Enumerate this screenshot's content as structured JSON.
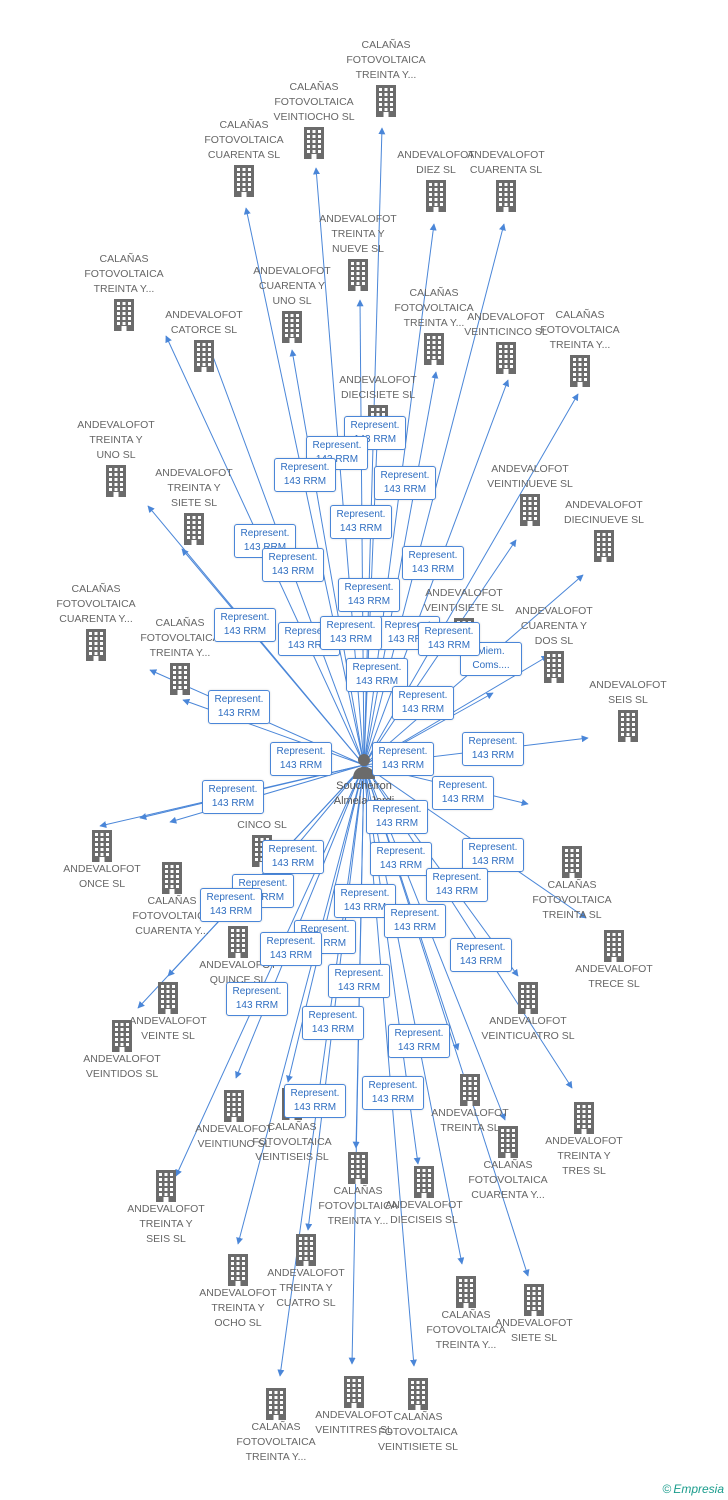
{
  "center": {
    "name": "Soucheiron\nAlmela Jordi",
    "icon": "person-icon"
  },
  "edge_label_default": "Represent.\n143 RRM",
  "edge_label_special": "Miem.\nComs....",
  "watermark": {
    "symbol": "©",
    "brand": "Empresia"
  },
  "colors": {
    "edge": "#4a86d8",
    "node_icon": "#6b6b6b",
    "label_text": "#2f6ec1",
    "accent": "#e8453c"
  },
  "nodes": [
    {
      "name": "CALAÑAS\nFOTOVOLTAICA\nTREINTA Y...",
      "icon": "building-icon"
    },
    {
      "name": "CALAÑAS\nFOTOVOLTAICA\nVEINTIOCHO SL",
      "icon": "building-icon"
    },
    {
      "name": "CALAÑAS\nFOTOVOLTAICA\nCUARENTA SL",
      "icon": "building-icon"
    },
    {
      "name": "ANDEVALOFOT\nDIEZ SL",
      "icon": "building-icon"
    },
    {
      "name": "ANDEVALOFOT\nCUARENTA SL",
      "icon": "building-icon"
    },
    {
      "name": "ANDEVALOFOT\nTREINTA Y\nNUEVE SL",
      "icon": "building-icon"
    },
    {
      "name": "CALAÑAS\nFOTOVOLTAICA\nTREINTA Y...",
      "icon": "building-icon"
    },
    {
      "name": "ANDEVALOFOT\nCUARENTA Y\nUNO SL",
      "icon": "building-icon"
    },
    {
      "name": "ANDEVALOFOT\nCATORCE SL",
      "icon": "building-icon"
    },
    {
      "name": "CALAÑAS\nFOTOVOLTAICA\nTREINTA Y...",
      "icon": "building-icon"
    },
    {
      "name": "ANDEVALOFOT\nVEINTICINCO SL",
      "icon": "building-icon"
    },
    {
      "name": "CALAÑAS\nFOTOVOLTAICA\nTREINTA Y...",
      "icon": "building-icon"
    },
    {
      "name": "ANDEVALOFOT\nDIECISIETE SL",
      "icon": "building-icon"
    },
    {
      "name": "ANDEVALOFOT\nTREINTA Y\nUNO SL",
      "icon": "building-icon"
    },
    {
      "name": "ANDEVALOFOT\nTREINTA Y\nSIETE SL",
      "icon": "building-icon"
    },
    {
      "name": "ANDEVALOFOT\nVEINTINUEVE SL",
      "icon": "building-icon"
    },
    {
      "name": "ANDEVALOFOT\nDIECINUEVE SL",
      "icon": "building-icon"
    },
    {
      "name": "CALAÑAS\nFOTOVOLTAICA\nCUARENTA Y...",
      "icon": "building-icon"
    },
    {
      "name": "CALAÑAS\nFOTOVOLTAICA\nTREINTA Y...",
      "icon": "building-icon"
    },
    {
      "name": "ANDEVALOFOT\nVEINTISIETE SL",
      "icon": "building-icon"
    },
    {
      "name": "ANDEVALOFOT\nCUARENTA Y\nDOS SL",
      "icon": "building-icon"
    },
    {
      "name": "ANDEVALOFOT\nSEIS SL",
      "icon": "building-icon"
    },
    {
      "name": "CINCO SL",
      "icon": "building-icon"
    },
    {
      "name": "ANDEVALOFOT\nONCE SL",
      "icon": "building-icon"
    },
    {
      "name": "CALAÑAS\nFOTOVOLTAICA\nCUARENTA Y...",
      "icon": "building-icon"
    },
    {
      "name": "CALAÑAS\nFOTOVOLTAICA\nTREINTA SL",
      "icon": "building-icon"
    },
    {
      "name": "ANDEVALOFOT\nTRECE SL",
      "icon": "building-icon"
    },
    {
      "name": "ANDEVALOFOT\nVEINTE SL",
      "icon": "building-icon"
    },
    {
      "name": "ANDEVALOFOT\nVEINTIDOS SL",
      "icon": "building-icon"
    },
    {
      "name": "ANDEVALOFOT\nVEINTICUATRO SL",
      "icon": "building-icon"
    },
    {
      "name": "ANDEVALOFOT\nVEINTIUNO SL",
      "icon": "building-icon"
    },
    {
      "name": "CALAÑAS\nFOTOVOLTAICA\nVEINTISEIS SL",
      "icon": "building-icon"
    },
    {
      "name": "ANDEVALOFOT\nTREINTA SL",
      "icon": "building-icon"
    },
    {
      "name": "ANDEVALOFOT\nTREINTA Y\nTRES SL",
      "icon": "building-icon"
    },
    {
      "name": "CALAÑAS\nFOTOVOLTAICA\nCUARENTA Y...",
      "icon": "building-icon"
    },
    {
      "name": "ANDEVALOFOT\nTREINTA Y\nSEIS SL",
      "icon": "building-icon"
    },
    {
      "name": "CALAÑAS\nFOTOVOLTAICA\nTREINTA Y...",
      "icon": "building-icon"
    },
    {
      "name": "ANDEVALOFOT\nDIECISEIS SL",
      "icon": "building-icon"
    },
    {
      "name": "ANDEVALOFOT\nTREINTA Y\nOCHO SL",
      "icon": "building-icon"
    },
    {
      "name": "ANDEVALOFOT\nTREINTA Y\nCUATRO SL",
      "icon": "building-icon"
    },
    {
      "name": "CALAÑAS\nFOTOVOLTAICA\nTREINTA Y...",
      "icon": "building-icon"
    },
    {
      "name": "ANDEVALOFOT\nSIETE SL",
      "icon": "building-icon"
    },
    {
      "name": "CALAÑAS\nFOTOVOLTAICA\nTREINTA Y...",
      "icon": "building-icon"
    },
    {
      "name": "ANDEVALOFOT\nVEINTITRES SL",
      "icon": "building-icon"
    },
    {
      "name": "CALAÑAS\nFOTOVOLTAICA\nVEINTISIETE SL",
      "icon": "building-icon"
    },
    {
      "name": "ANDEVALOFOT\nQUINCE SL",
      "icon": "building-icon"
    }
  ]
}
